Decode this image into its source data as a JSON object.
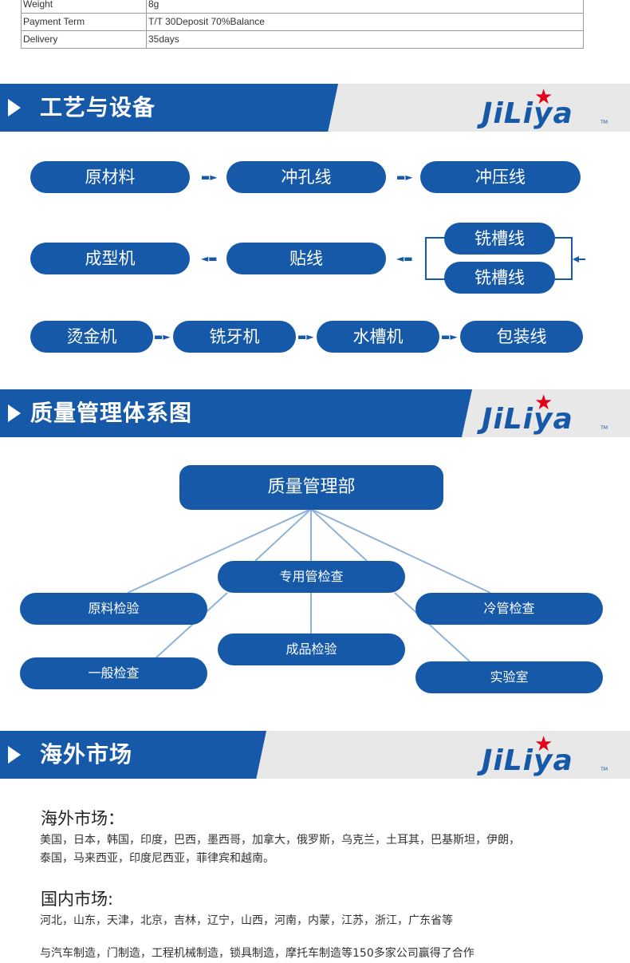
{
  "spec_table": {
    "rows": [
      {
        "key": "Weight",
        "value": "8g"
      },
      {
        "key": "Payment Term",
        "value": "T/T 30Deposit  70%Balance"
      },
      {
        "key": "Delivery",
        "value": "35days"
      }
    ]
  },
  "brand": {
    "logo_text": "JiLiya",
    "trademark": "TM",
    "primary_color": "#1559a8",
    "star_color": "#e2001a",
    "banner_bg": "#e8e8e8",
    "line_color": "#8fb3d6"
  },
  "sections": {
    "process": {
      "title": "工艺与设备"
    },
    "quality": {
      "title": "质量管理体系图"
    },
    "market": {
      "title": "海外市场"
    }
  },
  "process_flow": {
    "row1": [
      "原材料",
      "冲孔线",
      "冲压线"
    ],
    "row2_left": [
      "成型机",
      "贴线"
    ],
    "row2_parallel": [
      "铣槽线",
      "铣槽线"
    ],
    "row3": [
      "烫金机",
      "铣牙机",
      "水槽机",
      "包装线"
    ]
  },
  "quality_chart": {
    "top": "质量管理部",
    "center": [
      "专用管检查",
      "成品检验"
    ],
    "left": [
      "原料检验",
      "一般检查"
    ],
    "right": [
      "冷管检查",
      "实验室"
    ]
  },
  "markets": {
    "overseas_heading": "海外市场：",
    "overseas_line1": "美国，日本，韩国，印度，巴西，墨西哥，加拿大，俄罗斯，乌克兰，土耳其，巴基斯坦，伊朗，",
    "overseas_line2": "泰国，马来西亚，印度尼西亚，菲律宾和越南。",
    "domestic_heading": "国内市场:",
    "domestic_line": "河北，山东，天津，北京，吉林，辽宁，山西，河南，内蒙，江苏，浙江，广东省等",
    "cooperation_line": "与汽车制造，门制造，工程机械制造，锁具制造，摩托车制造等150多家公司赢得了合作"
  }
}
